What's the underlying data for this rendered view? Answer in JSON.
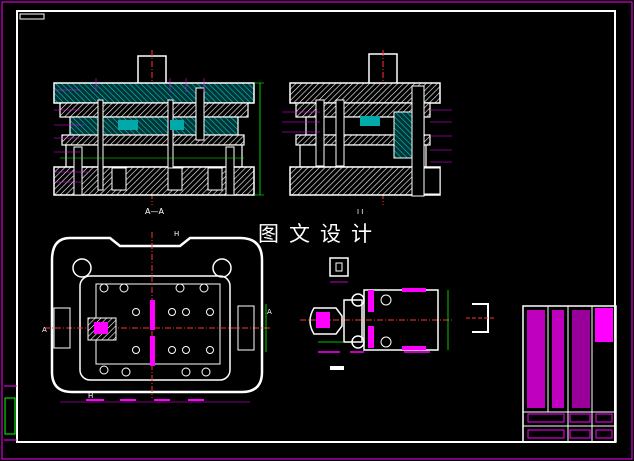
{
  "watermark": "图文设计",
  "section_labels": {
    "front_view": "A—A",
    "side_view": "I I",
    "plan_mark_top": "H",
    "plan_mark_bottom": "H",
    "plan_arrow_left": "A",
    "plan_arrow_right": "A"
  },
  "colors": {
    "background": "#000000",
    "outline": "#ffffff",
    "hatch": "#ffffff",
    "dimension": "#ff00ff",
    "centerline": "#ff3333",
    "fill_accent": "#00cccc",
    "leader": "#00ff00",
    "strip": "#ff00ff"
  }
}
